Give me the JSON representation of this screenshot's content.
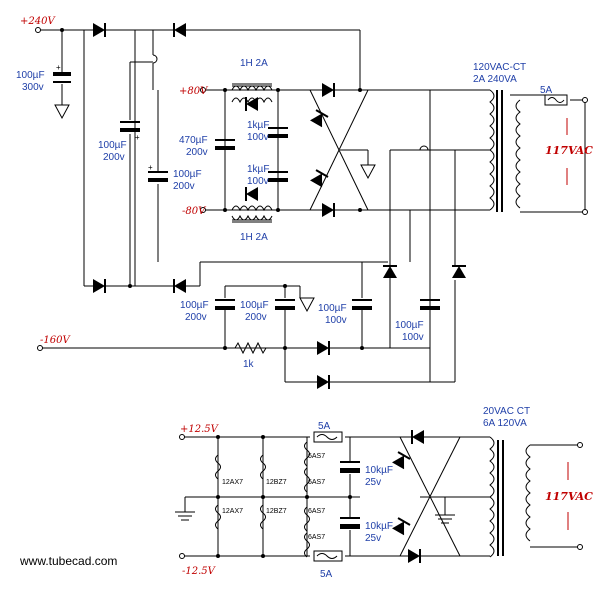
{
  "rails": {
    "plus240": "+240V",
    "plus80": "+80V",
    "minus80": "-80V",
    "minus160": "-160V",
    "plus12_5": "+12.5V",
    "minus12_5": "-12.5V"
  },
  "components": {
    "c1": [
      "100µF",
      "300v"
    ],
    "c2": [
      "100µF",
      "200v"
    ],
    "c3": [
      "100µF",
      "200v"
    ],
    "c4": [
      "470µF",
      "200v"
    ],
    "c5": [
      "1kµF",
      "100v"
    ],
    "c6": [
      "1kµF",
      "100v"
    ],
    "choke_top": "1H 2A",
    "choke_bottom": "1H 2A",
    "c7": [
      "100µF",
      "200v"
    ],
    "c8": [
      "100µF",
      "200v"
    ],
    "c9": [
      "100µF",
      "100v"
    ],
    "c10": [
      "100µF",
      "100v"
    ],
    "resistor": "1k",
    "fuse_top": "5A",
    "transformer_top": [
      "120VAC-CT",
      "2A 240VA"
    ],
    "mains_top": "117VAC",
    "fuse_plus": "5A",
    "fuse_minus": "5A",
    "c11": [
      "10kµF",
      "25v"
    ],
    "c12": [
      "10kµF",
      "25v"
    ],
    "transformer_bottom": [
      "20VAC CT",
      "6A 120VA"
    ],
    "mains_bottom": "117VAC"
  },
  "heaters": {
    "upper": [
      "12AX7",
      "12BZ7",
      "6AS7",
      "6AS7"
    ],
    "lower": [
      "12AX7",
      "12BZ7",
      "6AS7",
      "6AS7"
    ]
  },
  "footer": {
    "url": "www.tubecad.com"
  },
  "colors": {
    "voltage": "#c00000",
    "values": "#1f3fa8",
    "wire": "#000000"
  }
}
